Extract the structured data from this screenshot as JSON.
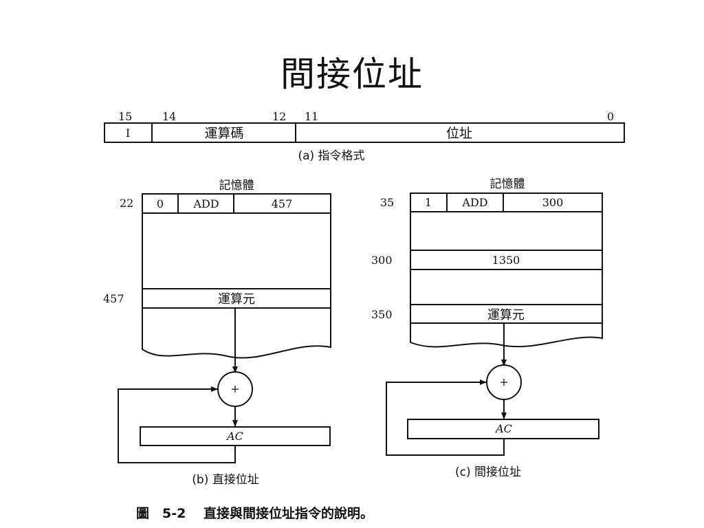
{
  "title": "間接位址",
  "instruction_format": {
    "bit_labels": [
      "15",
      "14",
      "12",
      "11",
      "0"
    ],
    "field_i": "I",
    "field_opcode": "運算碼",
    "field_address": "位址",
    "caption": "(a) 指令格式"
  },
  "direct": {
    "memory_label": "記憶體",
    "instr_address": "22",
    "instr_i": "0",
    "instr_op": "ADD",
    "instr_addr": "457",
    "operand_address": "457",
    "operand_label": "運算元",
    "adder_symbol": "+",
    "ac_label": "AC",
    "caption": "(b) 直接位址"
  },
  "indirect": {
    "memory_label": "記憶體",
    "instr_address": "35",
    "instr_i": "1",
    "instr_op": "ADD",
    "instr_addr": "300",
    "pointer_address": "300",
    "pointer_value": "1350",
    "operand_address": "350",
    "operand_label": "運算元",
    "adder_symbol": "+",
    "ac_label": "AC",
    "caption": "(c) 間接位址"
  },
  "figure_caption": "圖　5-2　 直接與間接位址指令的說明。"
}
